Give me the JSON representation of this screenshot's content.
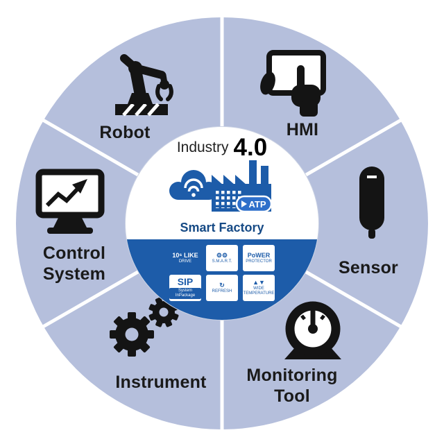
{
  "title": {
    "word": "Industry",
    "version": "4.0"
  },
  "center": {
    "subtitle": "Smart Factory",
    "atp_label": "ATP",
    "badges": [
      {
        "top": "10⁶ LIKE",
        "bottom": "DRIVE"
      },
      {
        "top": "⚙⚙",
        "bottom": "S.M.A.R.T."
      },
      {
        "top": "PoWER",
        "bottom": "PROTECTOR"
      },
      {
        "top": "SIP",
        "bottom": "System InPackage"
      },
      {
        "top": "↻",
        "bottom": "REFRESH"
      },
      {
        "top": "▲▼",
        "bottom": "WIDE TEMPERATURE"
      }
    ]
  },
  "segments": [
    {
      "label": "Robot",
      "icon": "robot-arm-icon"
    },
    {
      "label": "HMI",
      "icon": "tablet-touch-icon"
    },
    {
      "label": "Sensor",
      "icon": "thermometer-icon"
    },
    {
      "label": "Monitoring Tool",
      "icon": "gauge-icon"
    },
    {
      "label": "Instrument",
      "icon": "gears-icon"
    },
    {
      "label": "Control System",
      "icon": "monitor-chart-icon"
    }
  ],
  "colors": {
    "ring": "#b5bfdc",
    "divider": "#ffffff",
    "primary_blue": "#1d5ca9",
    "badge_blue": "#2e6fca",
    "icon_black": "#141414",
    "background": "#ffffff"
  }
}
